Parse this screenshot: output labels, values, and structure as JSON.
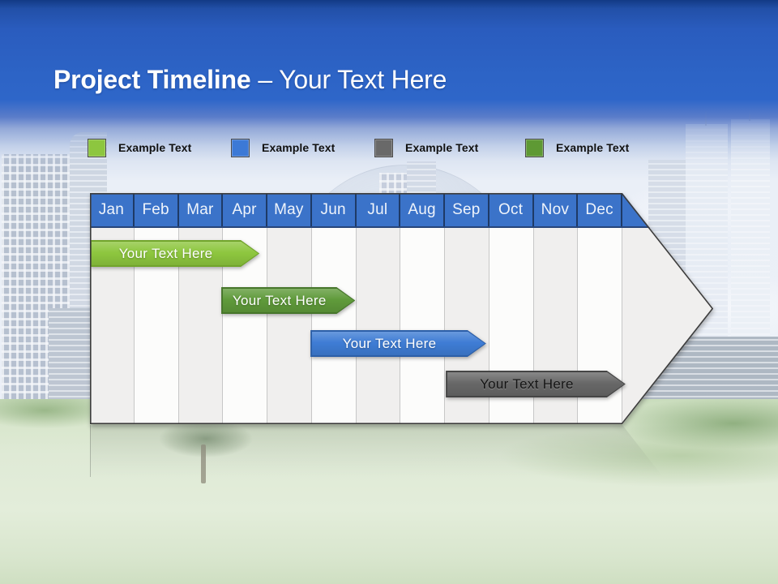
{
  "title": {
    "bold": "Project Timeline",
    "rest": "– Your Text Here"
  },
  "legend": {
    "items": [
      {
        "label": "Example Text",
        "color": "#8DC63F"
      },
      {
        "label": "Example Text",
        "color": "#3C79D6"
      },
      {
        "label": "Example Text",
        "color": "#696969"
      },
      {
        "label": "Example Text",
        "color": "#5E9934"
      }
    ]
  },
  "chart_data": {
    "type": "bar",
    "subtype": "timeline-gantt",
    "title": "Project Timeline – Your Text Here",
    "categories": [
      "Jan",
      "Feb",
      "Mar",
      "Apr",
      "May",
      "Jun",
      "Jul",
      "Aug",
      "Sep",
      "Oct",
      "Nov",
      "Dec"
    ],
    "legend_position": "top",
    "grid": "monthly columns, alternating shading",
    "series": [
      {
        "name": "Your Text Here",
        "fill": "#8DC63E",
        "border": "#71A42B",
        "text_color": "#FFFFFF",
        "start_month": "Jan",
        "end_month": "Apr",
        "start_index": 0,
        "end_index": 3.82
      },
      {
        "name": "Your Text Here",
        "fill": "#5F9A3A",
        "border": "#47762B",
        "text_color": "#FFFFFF",
        "start_month": "Apr",
        "end_month": "Jun",
        "start_index": 2.96,
        "end_index": 5.98
      },
      {
        "name": "Your Text Here",
        "fill": "#3E7CD4",
        "border": "#2C5FA8",
        "text_color": "#FFFFFF",
        "start_month": "Jun",
        "end_month": "Sep",
        "start_index": 4.97,
        "end_index": 8.93
      },
      {
        "name": "Your Text Here",
        "fill": "#676767",
        "border": "#454545",
        "text_color": "#141414",
        "start_month": "Sep",
        "end_month": "Dec",
        "start_index": 8.02,
        "end_index": 12.07
      }
    ]
  },
  "style": {
    "header_fill": "#3B73C9",
    "header_divider": "#1E3A66",
    "column_light": "#F0EFEE",
    "column_white": "#FCFCFB",
    "column_divider": "#C7C7C7",
    "outline": "#3C3C3C",
    "title_color": "#FFFFFF",
    "legend_text_color": "#111111"
  }
}
